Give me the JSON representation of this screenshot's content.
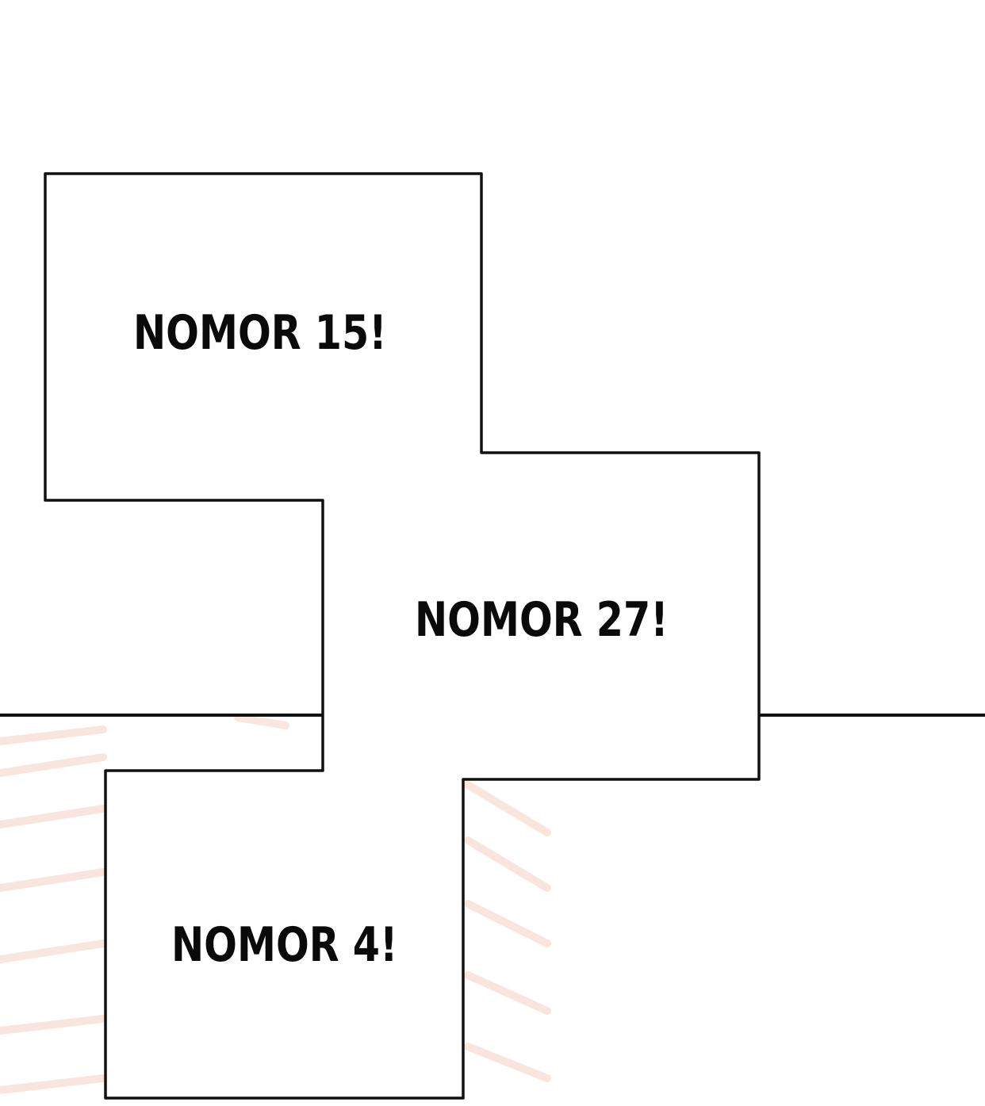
{
  "panel_captions": [
    {
      "text": "NOMOR 15!"
    },
    {
      "text": "NOMOR 27!"
    },
    {
      "text": "NOMOR 4!"
    }
  ],
  "colors": {
    "background": "#ffffff",
    "border": "#111111",
    "text": "#0a0a0a",
    "sketch_lines": "#f2c7b8"
  }
}
